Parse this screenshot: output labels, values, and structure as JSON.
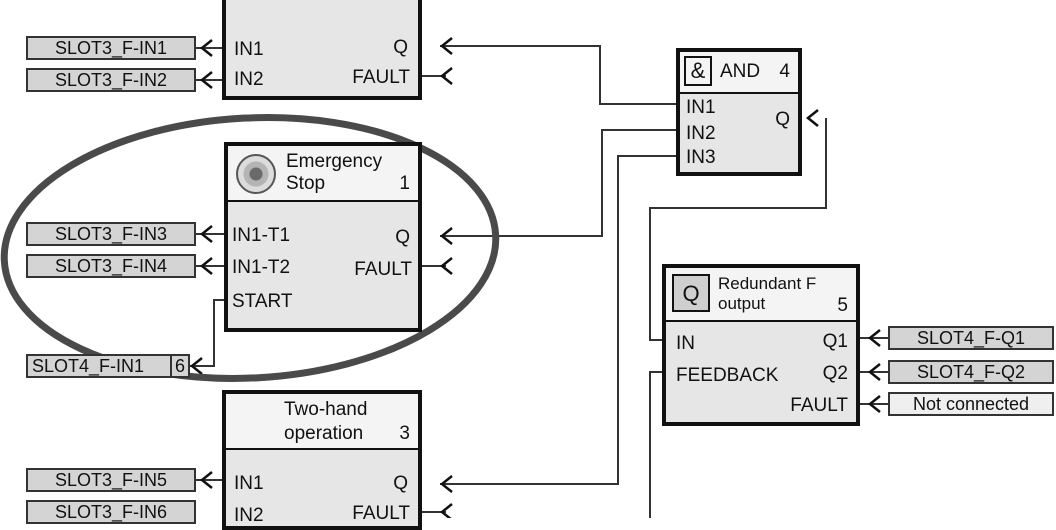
{
  "blocks": {
    "top": {
      "in1": "IN1",
      "in2": "IN2",
      "q": "Q",
      "fault": "FAULT"
    },
    "and": {
      "symbol": "&",
      "title": "AND",
      "number": "4",
      "in1": "IN1",
      "in2": "IN2",
      "in3": "IN3",
      "q": "Q"
    },
    "estop": {
      "title_line1": "Emergency",
      "title_line2": "Stop",
      "number": "1",
      "in1": "IN1-T1",
      "in2": "IN1-T2",
      "start": "START",
      "q": "Q",
      "fault": "FAULT"
    },
    "redundant": {
      "symbol": "Q",
      "title_line1": "Redundant F",
      "title_line2": "output",
      "number": "5",
      "in": "IN",
      "feedback": "FEEDBACK",
      "q1": "Q1",
      "q2": "Q2",
      "fault": "FAULT"
    },
    "twohand": {
      "title_line1": "Two-hand",
      "title_line2": "operation",
      "number": "3",
      "in1": "IN1",
      "in2": "IN2",
      "q": "Q",
      "fault": "FAULT"
    }
  },
  "tags": {
    "slot3_in1": "SLOT3_F-IN1",
    "slot3_in2": "SLOT3_F-IN2",
    "slot3_in3": "SLOT3_F-IN3",
    "slot3_in4": "SLOT3_F-IN4",
    "slot4_in1": "SLOT4_F-IN1",
    "slot4_in1_num": "6",
    "slot3_in5": "SLOT3_F-IN5",
    "slot3_in6": "SLOT3_F-IN6",
    "slot4_q1": "SLOT4_F-Q1",
    "slot4_q2": "SLOT4_F-Q2",
    "not_connected": "Not connected"
  }
}
